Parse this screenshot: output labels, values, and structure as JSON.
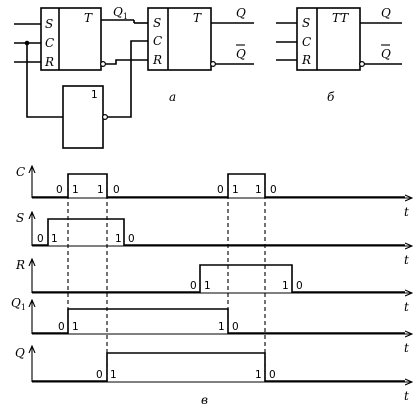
{
  "diagram_a": {
    "trigger1": {
      "s": "S",
      "c": "C",
      "r": "R",
      "type": "T"
    },
    "q1_label": "Q",
    "q1_sub": "1",
    "trigger2": {
      "s": "S",
      "c": "C",
      "r": "R",
      "type": "T"
    },
    "q_label": "Q",
    "qbar_label": "Q",
    "inverter_label": "1",
    "caption": "а"
  },
  "diagram_b": {
    "s": "S",
    "c": "C",
    "r": "R",
    "type": "TT",
    "q_label": "Q",
    "qbar_label": "Q",
    "caption": "б"
  },
  "timing": {
    "caption": "в",
    "time_label": "t",
    "signals": [
      {
        "name": "C",
        "sub": "",
        "levels": [
          "0",
          "1",
          "1",
          "0",
          "0",
          "1",
          "1",
          "0"
        ]
      },
      {
        "name": "S",
        "sub": "",
        "levels": [
          "0",
          "1",
          "1",
          "0"
        ]
      },
      {
        "name": "R",
        "sub": "",
        "levels": [
          "0",
          "1",
          "1",
          "0"
        ]
      },
      {
        "name": "Q",
        "sub": "1",
        "levels": [
          "0",
          "1",
          "1",
          "0"
        ]
      },
      {
        "name": "Q",
        "sub": "",
        "levels": [
          "0",
          "1",
          "1",
          "0"
        ]
      }
    ]
  }
}
